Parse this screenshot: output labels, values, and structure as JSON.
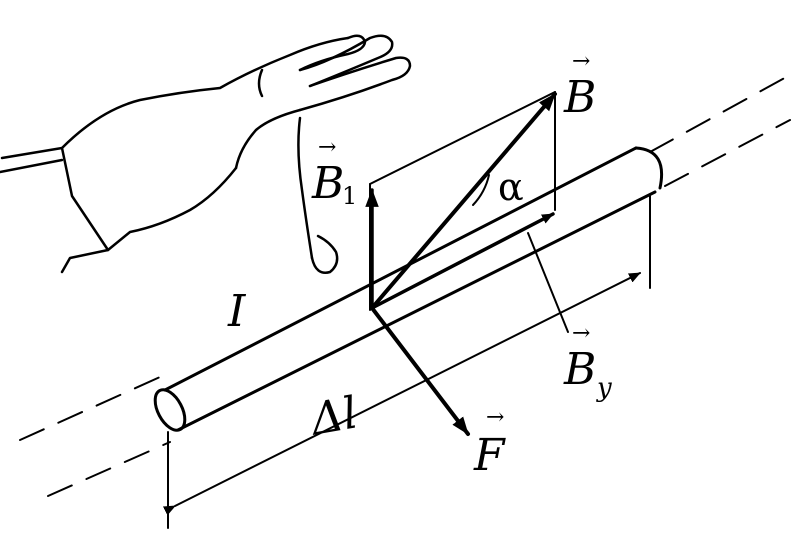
{
  "figure": {
    "labels": {
      "B": "B",
      "B1": "B",
      "B1_sub": "1",
      "By": "B",
      "By_sub": "y",
      "F": "F",
      "I": "I",
      "delta_l": "Δl",
      "alpha": "α"
    },
    "vector_mark": "→",
    "colors": {
      "ink": "#000000",
      "background": "#ffffff"
    }
  }
}
